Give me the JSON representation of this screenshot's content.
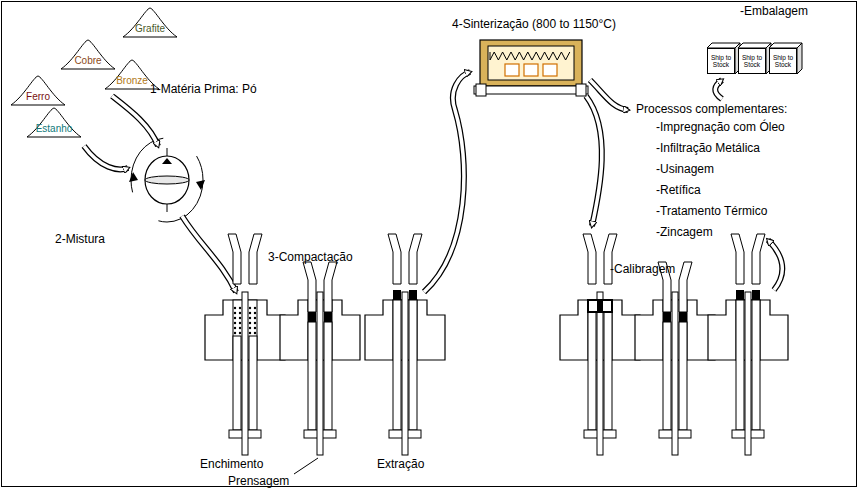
{
  "diagram": {
    "nodes": [
      {
        "text": [
          "Grafite"
        ]
      },
      {
        "text": [
          "Cobre"
        ]
      },
      {
        "text": [
          "Bronze"
        ]
      },
      {
        "text": [
          "Ferro"
        ]
      },
      {
        "text": [
          "Estanho"
        ]
      },
      {
        "text": [
          "Ship to Stock"
        ]
      },
      {
        "text": [
          "Ship to Stock"
        ]
      },
      {
        "text": [
          "Ship to Stock"
        ]
      }
    ],
    "labels": [
      "1-Matéria Prima: Pó",
      "2-Mistura",
      "3-Compactação",
      "Enchimento",
      "Prensagem",
      "Extração",
      "4-Sinterização (800 to 1150°C)",
      "-Embalagem",
      "Processos complementares:",
      "-Impregnação com Óleo",
      "-Infiltração Metálica",
      "-Usinagem",
      "-Retífica",
      "-Tratamento Térmico",
      "-Zincagem",
      "-Calibragem"
    ]
  }
}
